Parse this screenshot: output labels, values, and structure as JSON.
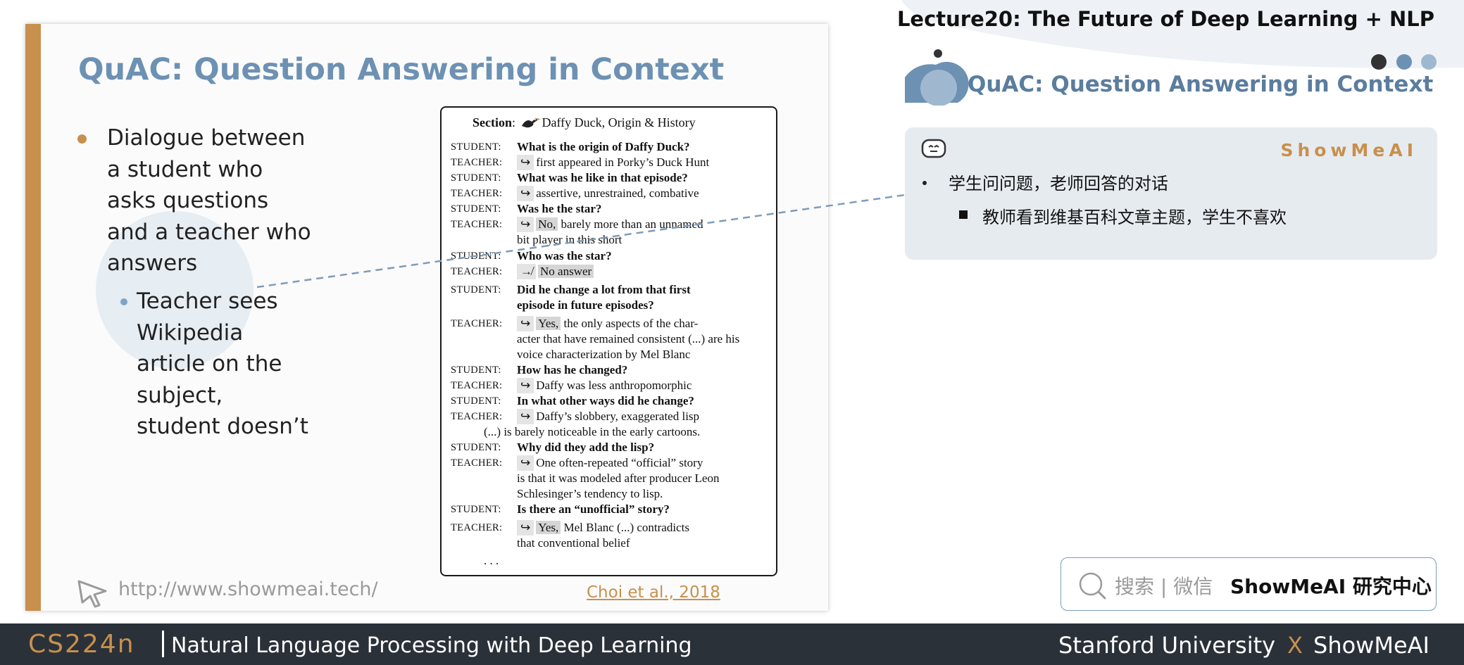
{
  "slide": {
    "title": "QuAC: Question Answering in Context",
    "bullet1": [
      "Dialogue between",
      "a student who",
      "asks questions",
      "and a teacher who",
      "answers"
    ],
    "bullet2": [
      "Teacher sees",
      "Wikipedia",
      "article on the",
      "subject,",
      "student doesn’t"
    ],
    "footer_url": "http://www.showmeai.tech/",
    "citation": "Choi et al., 2018"
  },
  "figure": {
    "section_label": "Section",
    "section_title": "Daffy Duck, Origin & History",
    "roles": {
      "student": "STUDENT:",
      "teacher": "TEACHER:"
    },
    "arrow": "↪",
    "no_answer_arrow": "↛",
    "lines": {
      "q1": "What is the origin of Daffy Duck?",
      "a1": "first appeared in Porky’s Duck Hunt",
      "q2": "What was he like in that episode?",
      "a2": "assertive, unrestrained, combative",
      "q3": "Was he the star?",
      "a3_tag": "No,",
      "a3": "barely more than an unnamed",
      "a3_cont": "bit player in this short",
      "q4": "Who was the star?",
      "a4": "No answer",
      "q5": "Did he change a lot from that first",
      "q5_cont": "episode in future episodes?",
      "a5_tag": "Yes,",
      "a5": "the only aspects of the char-",
      "a5_cont1": "acter that have remained consistent (...) are his",
      "a5_cont2": "voice characterization by Mel Blanc",
      "q6": "How has he changed?",
      "a6": "Daffy was less anthropomorphic",
      "q7": "In what other ways did he change?",
      "a7": "Daffy’s slobbery, exaggerated lisp",
      "a7_cont": "(...) is barely noticeable in the early cartoons.",
      "q8": "Why did they add the lisp?",
      "a8": "One often-repeated “official” story",
      "a8_cont1": "is that it was modeled after producer Leon",
      "a8_cont2": "Schlesinger’s tendency to lisp.",
      "q9": "Is there an “unofficial” story?",
      "a9_tag": "Yes,",
      "a9": "Mel Blanc (...) contradicts",
      "a9_cont": "that conventional belief",
      "ellipsis": ". . ."
    }
  },
  "header": {
    "lecture_title": "Lecture20: The Future of Deep Learning + NLP",
    "section_title": "QuAC: Question Answering in Context"
  },
  "notes": {
    "brand": "ShowMeAI",
    "item1": "学生问问题，老师回答的对话",
    "item2": "教师看到维基百科文章主题，学生不喜欢"
  },
  "search": {
    "placeholder": "搜索 | 微信",
    "brand": "ShowMeAI 研究中心"
  },
  "bottom": {
    "course_code": "CS224n",
    "course_name": "Natural Language Processing with Deep Learning",
    "org_left": "Stanford University",
    "org_x": "X",
    "org_right": "ShowMeAI"
  },
  "colors": {
    "accent_orange": "#c8904d",
    "title_blue": "#6d91b3",
    "bottom_bar": "#2b3139",
    "note_bg": "#e6ebf0"
  }
}
